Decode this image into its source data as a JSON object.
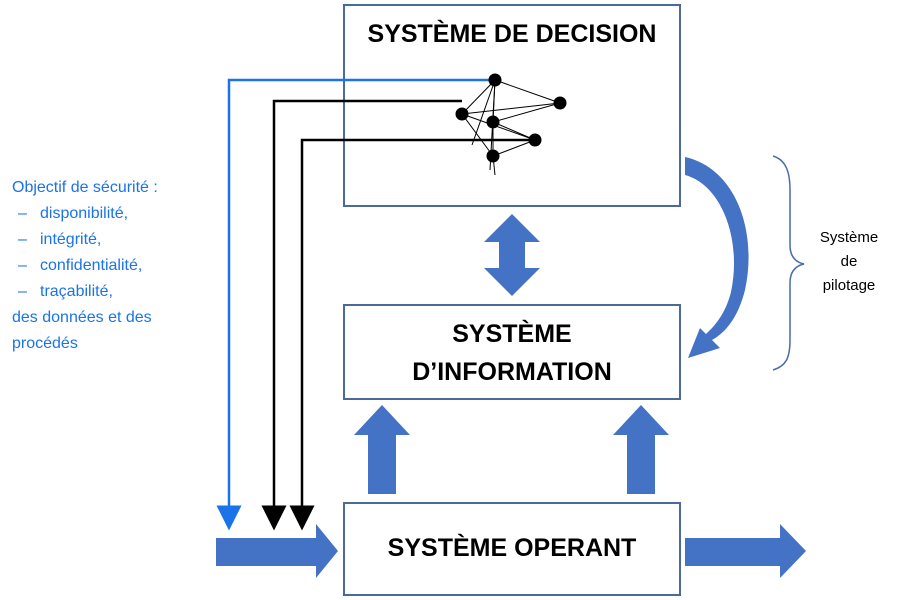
{
  "boxes": {
    "decision": "SYSTÈME DE DECISION",
    "information_line1": "SYSTÈME",
    "information_line2": "D’INFORMATION",
    "operant": "SYSTÈME OPERANT"
  },
  "security": {
    "heading": "Objectif de sécurité :",
    "items": [
      "disponibilité,",
      "intégrité,",
      "confidentialité,",
      "traçabilité,"
    ],
    "footer_line1": "des données et des",
    "footer_line2": "procédés"
  },
  "pilotage": {
    "line1": "Système",
    "line2": "de",
    "line3": "pilotage"
  },
  "colors": {
    "arrow_fill": "#4472c4",
    "box_border": "#4a6a9a",
    "blue_line": "#1a73e8",
    "black_line": "#000000",
    "text_blue": "#1a73e8"
  }
}
